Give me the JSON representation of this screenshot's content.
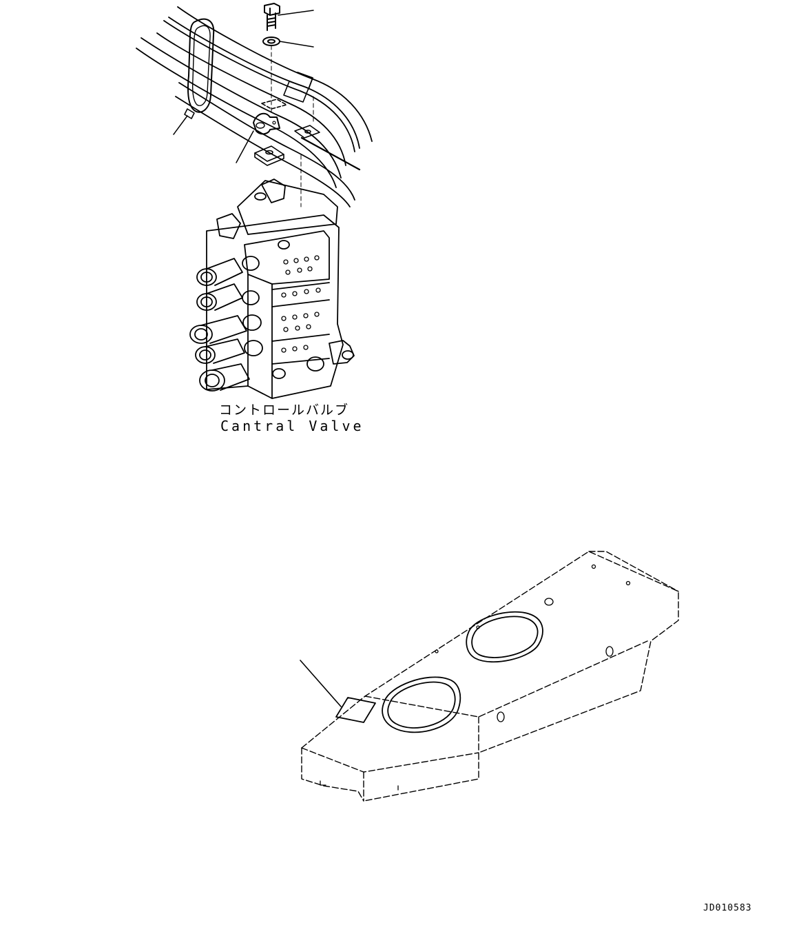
{
  "labels": {
    "caption_ja": "コントロールバルブ",
    "caption_en": "Cantral Valve",
    "drawing_id": "JD010583"
  }
}
